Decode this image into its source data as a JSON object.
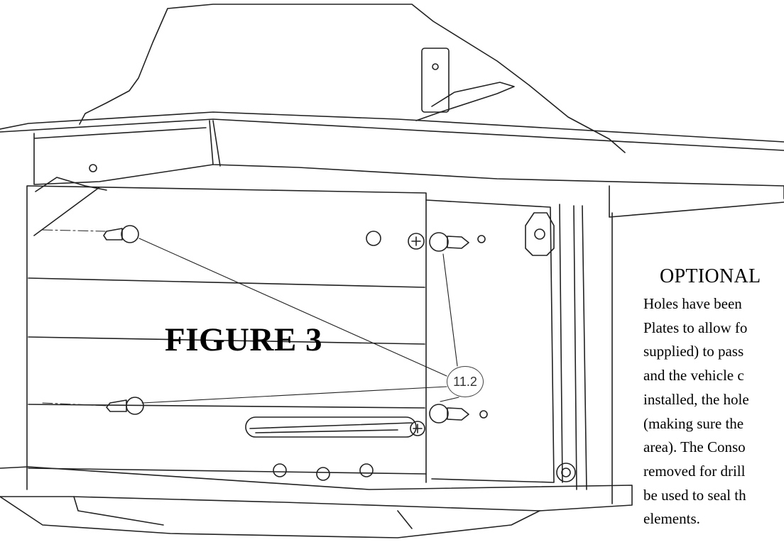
{
  "figure": {
    "label": "FIGURE 3"
  },
  "callout": {
    "label": "11.2"
  },
  "note": {
    "title": "OPTIONAL",
    "lines": [
      "Holes have been",
      "Plates to allow fo",
      "supplied) to pass",
      "and the vehicle c",
      "installed, the hole",
      "(making sure the",
      "area).  The Conso",
      "removed for drill",
      "be used to seal th",
      "elements."
    ]
  },
  "colors": {
    "ink": "#222222",
    "paper": "#ffffff"
  }
}
